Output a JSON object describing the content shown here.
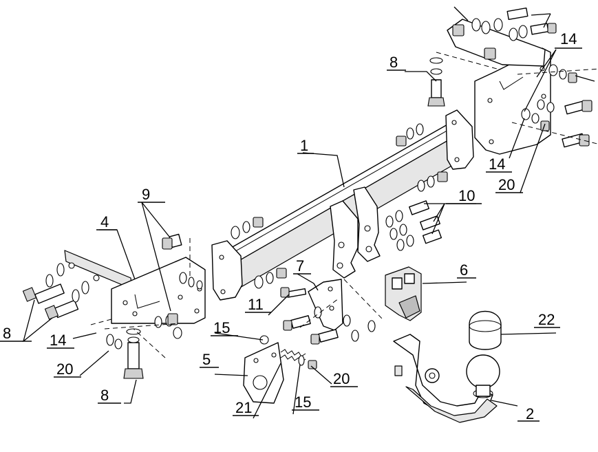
{
  "diagram": {
    "callouts": [
      {
        "id": "c1",
        "text": "1"
      },
      {
        "id": "c2",
        "text": "2"
      },
      {
        "id": "c4",
        "text": "4"
      },
      {
        "id": "c5",
        "text": "5"
      },
      {
        "id": "c6",
        "text": "6"
      },
      {
        "id": "c7",
        "text": "7"
      },
      {
        "id": "c8a",
        "text": "8"
      },
      {
        "id": "c8b",
        "text": "8"
      },
      {
        "id": "c8c",
        "text": "8"
      },
      {
        "id": "c9",
        "text": "9"
      },
      {
        "id": "c10",
        "text": "10"
      },
      {
        "id": "c11",
        "text": "11"
      },
      {
        "id": "c14a",
        "text": "14"
      },
      {
        "id": "c14b",
        "text": "14"
      },
      {
        "id": "c14c",
        "text": "14"
      },
      {
        "id": "c15a",
        "text": "15"
      },
      {
        "id": "c15b",
        "text": "15"
      },
      {
        "id": "c20a",
        "text": "20"
      },
      {
        "id": "c20b",
        "text": "20"
      },
      {
        "id": "c20c",
        "text": "20"
      },
      {
        "id": "c21",
        "text": "21"
      },
      {
        "id": "c22",
        "text": "22"
      }
    ]
  }
}
